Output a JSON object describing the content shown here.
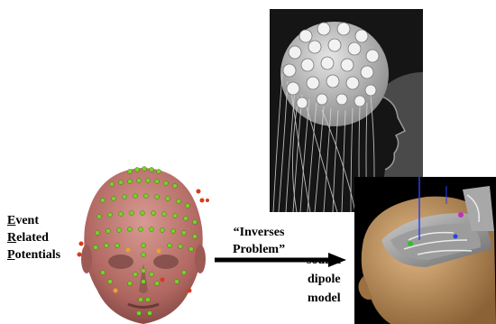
{
  "erp_label": {
    "line1_initial": "E",
    "line1_rest": "vent",
    "line2_initial": "R",
    "line2_rest": "elated",
    "line3_initial": "P",
    "line3_rest": "otentials"
  },
  "arrow_label": {
    "line1": "“Inverses",
    "line2": "Problem”"
  },
  "source_label": {
    "line1": "source",
    "line2": "dipole",
    "line3": "model"
  },
  "colors": {
    "electrode_green": "#7ad02a",
    "electrode_red": "#d93a1a",
    "head_skin": "#b86f6a",
    "arrow": "#000000"
  },
  "images": {
    "eeg_cap_photo": "eeg-cap-photo",
    "scalp_electrode_mesh": "head-mesh-with-electrodes",
    "mri_source_model": "mri-brain-cutaway"
  }
}
